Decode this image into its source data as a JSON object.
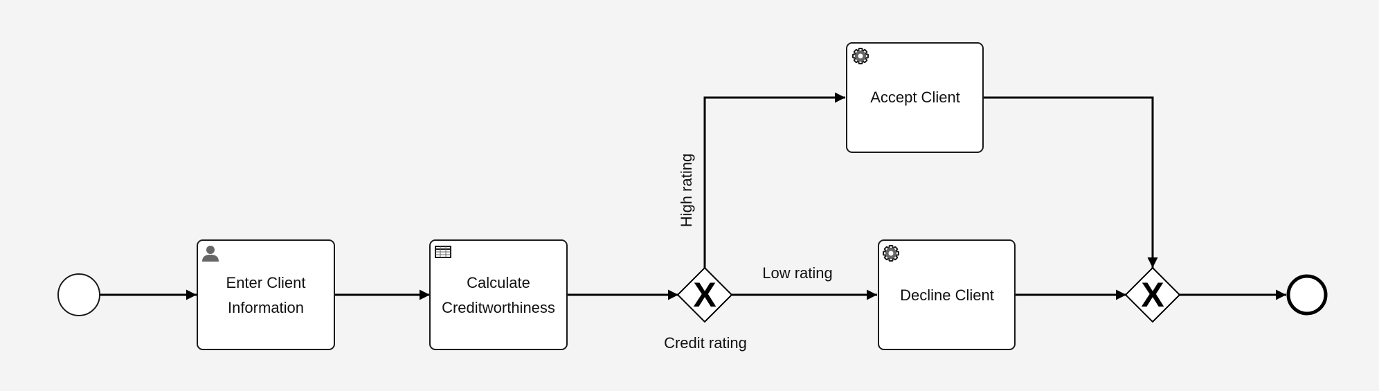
{
  "diagram": {
    "tasks": {
      "enter_client": {
        "line1": "Enter Client",
        "line2": "Information",
        "icon": "user-icon"
      },
      "calculate": {
        "line1": "Calculate",
        "line2": "Creditworthiness",
        "icon": "table-icon"
      },
      "accept": {
        "label": "Accept Client",
        "icon": "gear-icon"
      },
      "decline": {
        "label": "Decline Client",
        "icon": "gear-icon"
      }
    },
    "gateways": {
      "split": {
        "label": "Credit rating",
        "marker": "X"
      },
      "join": {
        "marker": "X"
      }
    },
    "flows": {
      "high": "High rating",
      "low": "Low rating"
    }
  }
}
